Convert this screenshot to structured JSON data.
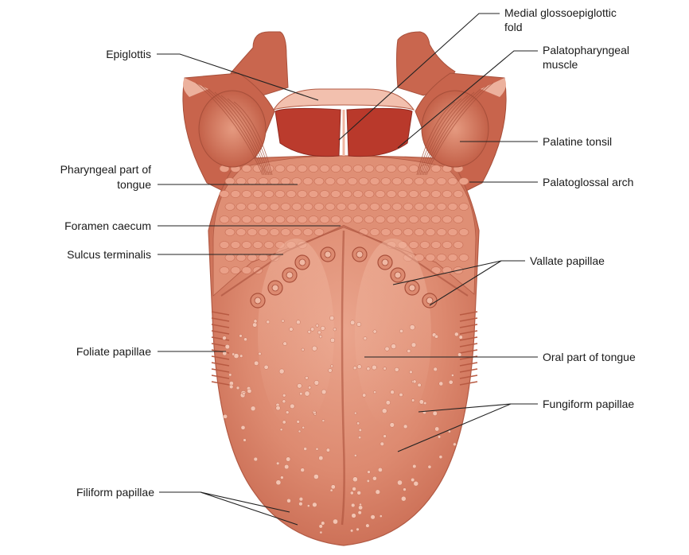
{
  "colors": {
    "tongue_base": "#d77f66",
    "tongue_light": "#e9a48c",
    "tongue_dark": "#bf5e46",
    "muscle": "#c5614b",
    "epiglottis_pale": "#f0b9a8",
    "fold_dark": "#b3382b",
    "leader": "#222222",
    "text": "#1a1a1a"
  },
  "labels": {
    "epiglottis": "Epiglottis",
    "medial_fold_line1": "Medial glossoepiglottic",
    "medial_fold_line2": "fold",
    "palatopharyngeal_line1": "Palatopharyngeal",
    "palatopharyngeal_line2": "muscle",
    "palatine_tonsil": "Palatine tonsil",
    "pharyngeal_part_line1": "Pharyngeal part of",
    "pharyngeal_part_line2": "tongue",
    "palatoglossal_arch": "Palatoglossal arch",
    "foramen_caecum": "Foramen caecum",
    "sulcus_terminalis": "Sulcus terminalis",
    "vallate_papillae": "Vallate papillae",
    "foliate_papillae": "Foliate papillae",
    "oral_part": "Oral part of tongue",
    "fungiform_papillae": "Fungiform papillae",
    "filiform_papillae": "Filiform papillae"
  }
}
